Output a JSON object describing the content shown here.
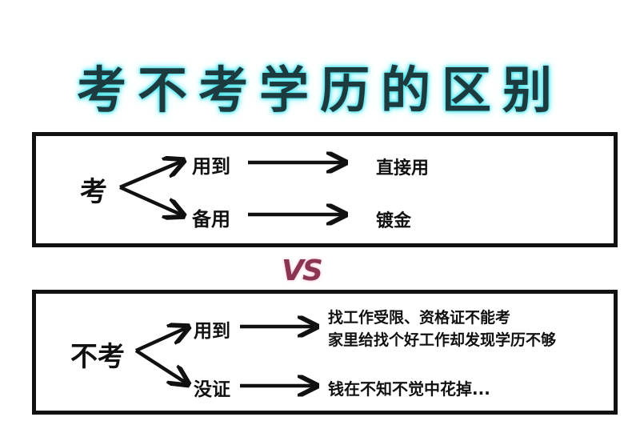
{
  "title": "考不考学历的区别",
  "vs_label": "VS",
  "take_exam": {
    "root": "考",
    "branches": [
      {
        "label": "用到",
        "result": "直接用"
      },
      {
        "label": "备用",
        "result": "镀金"
      }
    ]
  },
  "no_exam": {
    "root": "不考",
    "branches": [
      {
        "label": "用到",
        "result_lines": [
          "找工作受限、资格证不能考",
          "家里给找个好工作却发现学历不够"
        ]
      },
      {
        "label": "没证",
        "result": "钱在不知不觉中花掉..."
      }
    ]
  }
}
